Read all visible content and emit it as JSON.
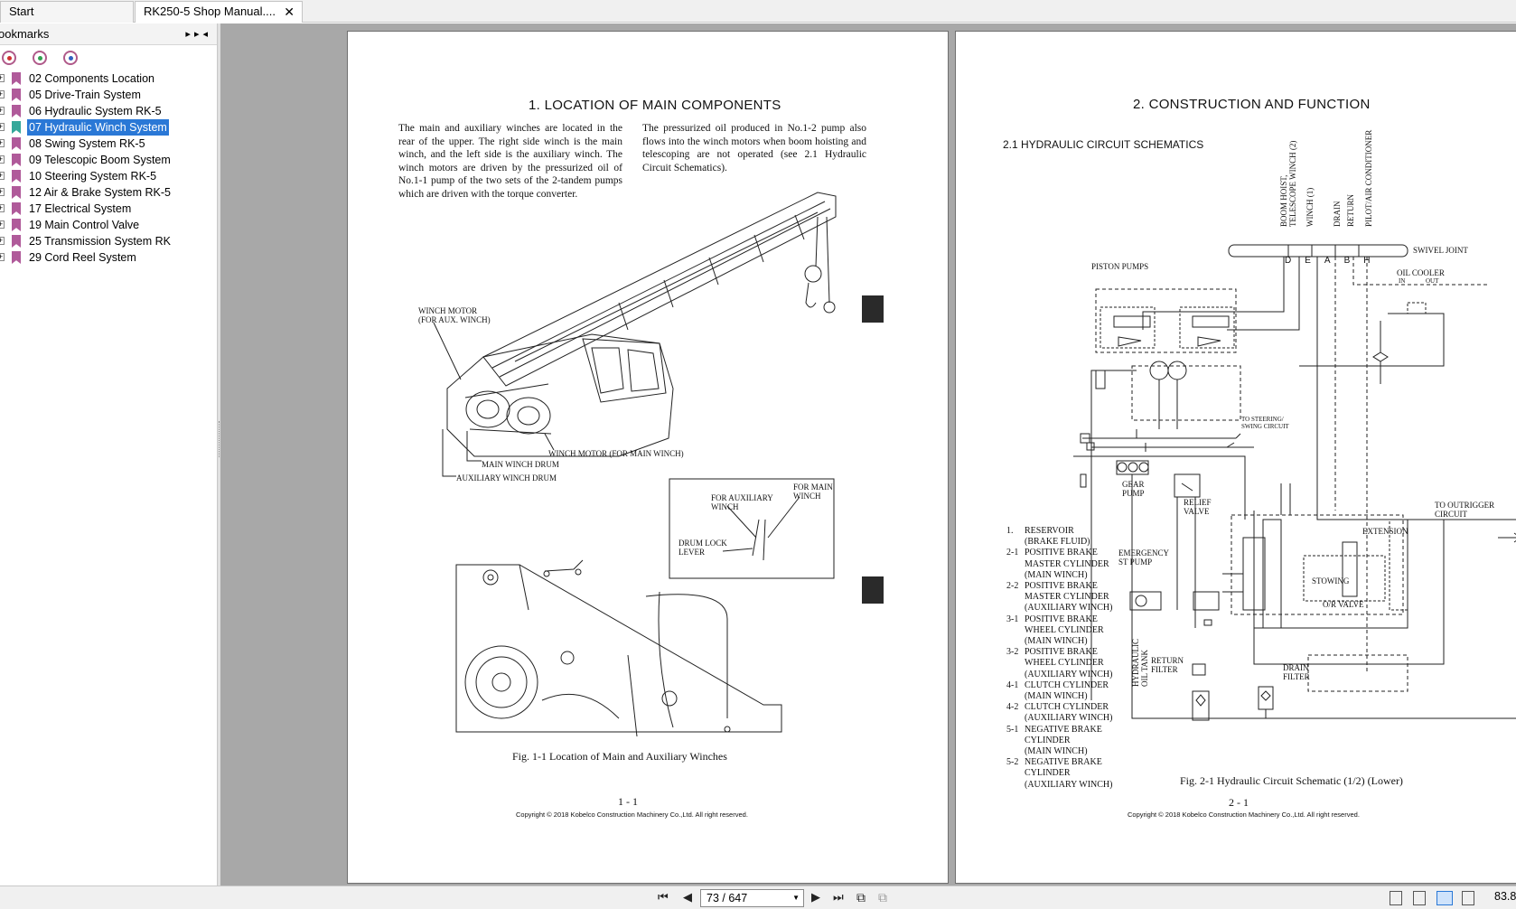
{
  "tabs": [
    {
      "label": "Start"
    },
    {
      "label": "RK250-5 Shop Manual...."
    }
  ],
  "panel": {
    "title": "ookmarks"
  },
  "bookmarks": [
    {
      "label": "02 Components Location"
    },
    {
      "label": "05 Drive-Train System"
    },
    {
      "label": "06 Hydraulic System RK-5"
    },
    {
      "label": "07 Hydraulic Winch System"
    },
    {
      "label": "08 Swing System RK-5"
    },
    {
      "label": "09 Telescopic Boom System"
    },
    {
      "label": "10 Steering System RK-5"
    },
    {
      "label": "12 Air & Brake System RK-5"
    },
    {
      "label": "17 Electrical System"
    },
    {
      "label": "19 Main Control Valve"
    },
    {
      "label": "25 Transmission System RK"
    },
    {
      "label": "29 Cord Reel System"
    }
  ],
  "page1": {
    "heading": "1.   LOCATION OF MAIN COMPONENTS",
    "col1": "The main and auxiliary winches are located in the rear of the upper.  The right side winch is the main winch, and the left side is the auxiliary winch.  The winch motors are driven by the pressurized oil of No.1-1 pump of the two sets of the 2-tandem pumps which are driven with the torque converter.",
    "col2": "The pressurized oil produced in No.1-2 pump also flows into the winch motors when boom hoisting and telescoping are not operated (see 2.1 Hydraulic Circuit Schematics).",
    "labels": {
      "winch_motor_aux": "WINCH MOTOR\n(FOR AUX. WINCH)",
      "winch_motor_main": "WINCH MOTOR (FOR MAIN WINCH)",
      "main_drum": "MAIN WINCH DRUM",
      "aux_drum": "AUXILIARY WINCH DRUM",
      "for_aux": "FOR AUXILIARY\nWINCH",
      "for_main": "FOR MAIN\nWINCH",
      "drum_lock": "DRUM LOCK\nLEVER"
    },
    "caption": "Fig. 1-1    Location of Main and Auxiliary Winches",
    "folio": "1 - 1",
    "copyright": "Copyright © 2018 Kobelco Construction Machinery Co.,Ltd. All right reserved."
  },
  "page2": {
    "heading": "2.   CONSTRUCTION AND FUNCTION",
    "subheading": "2.1  HYDRAULIC CIRCUIT SCHEMATICS",
    "vertical_labels": [
      "BOOM HOIST,",
      "TELESCOPE WINCH (2)",
      "WINCH (1)",
      "DRAIN",
      "RETURN",
      "PILOT/AIR CONDITIONER"
    ],
    "joint_letters": [
      "D",
      "E",
      "A",
      "B",
      "H"
    ],
    "labels": {
      "swivel": "SWIVEL JOINT",
      "piston_pumps": "PISTON PUMPS",
      "oil_cooler": "OIL COOLER",
      "cooler_in": "IN",
      "cooler_out": "OUT",
      "to_steering": "TO STEERING/\nSWING CIRCUIT",
      "gear_pump": "GEAR\nPUMP",
      "relief_valve": "RELIEF\nVALVE",
      "emergency": "EMERGENCY\nST PUMP",
      "to_outrigger": "TO OUTRIGGER\nCIRCUIT",
      "extension": "EXTENSION",
      "stowing": "STOWING",
      "or_valve": "O/R VALVE",
      "oil_tank": "HYDRAULIC\nOIL TANK",
      "return_filter": "RETURN\nFILTER",
      "drain_filter": "DRAIN\nFILTER"
    },
    "legend": [
      {
        "no": "1.",
        "text": "RESERVOIR\n(BRAKE FLUID)"
      },
      {
        "no": "2-1",
        "text": "POSITIVE BRAKE\nMASTER CYLINDER\n(MAIN WINCH)"
      },
      {
        "no": "2-2",
        "text": "POSITIVE BRAKE\nMASTER CYLINDER\n(AUXILIARY WINCH)"
      },
      {
        "no": "3-1",
        "text": "POSITIVE BRAKE\nWHEEL CYLINDER\n(MAIN WINCH)"
      },
      {
        "no": "3-2",
        "text": "POSITIVE BRAKE\nWHEEL CYLINDER\n(AUXILIARY WINCH)"
      },
      {
        "no": "4-1",
        "text": "CLUTCH CYLINDER\n(MAIN WINCH)"
      },
      {
        "no": "4-2",
        "text": "CLUTCH CYLINDER\n(AUXILIARY WINCH)"
      },
      {
        "no": "5-1",
        "text": "NEGATIVE BRAKE\nCYLINDER\n(MAIN WINCH)"
      },
      {
        "no": "5-2",
        "text": "NEGATIVE BRAKE\nCYLINDER\n(AUXILIARY WINCH)"
      }
    ],
    "caption": "Fig. 2-1    Hydraulic Circuit Schematic (1/2) (Lower)",
    "folio": "2 - 1",
    "copyright": "Copyright © 2018 Kobelco Construction Machinery Co.,Ltd. All right reserved."
  },
  "navigation": {
    "page_indicator": "73 / 647",
    "zoom": "83.8"
  }
}
